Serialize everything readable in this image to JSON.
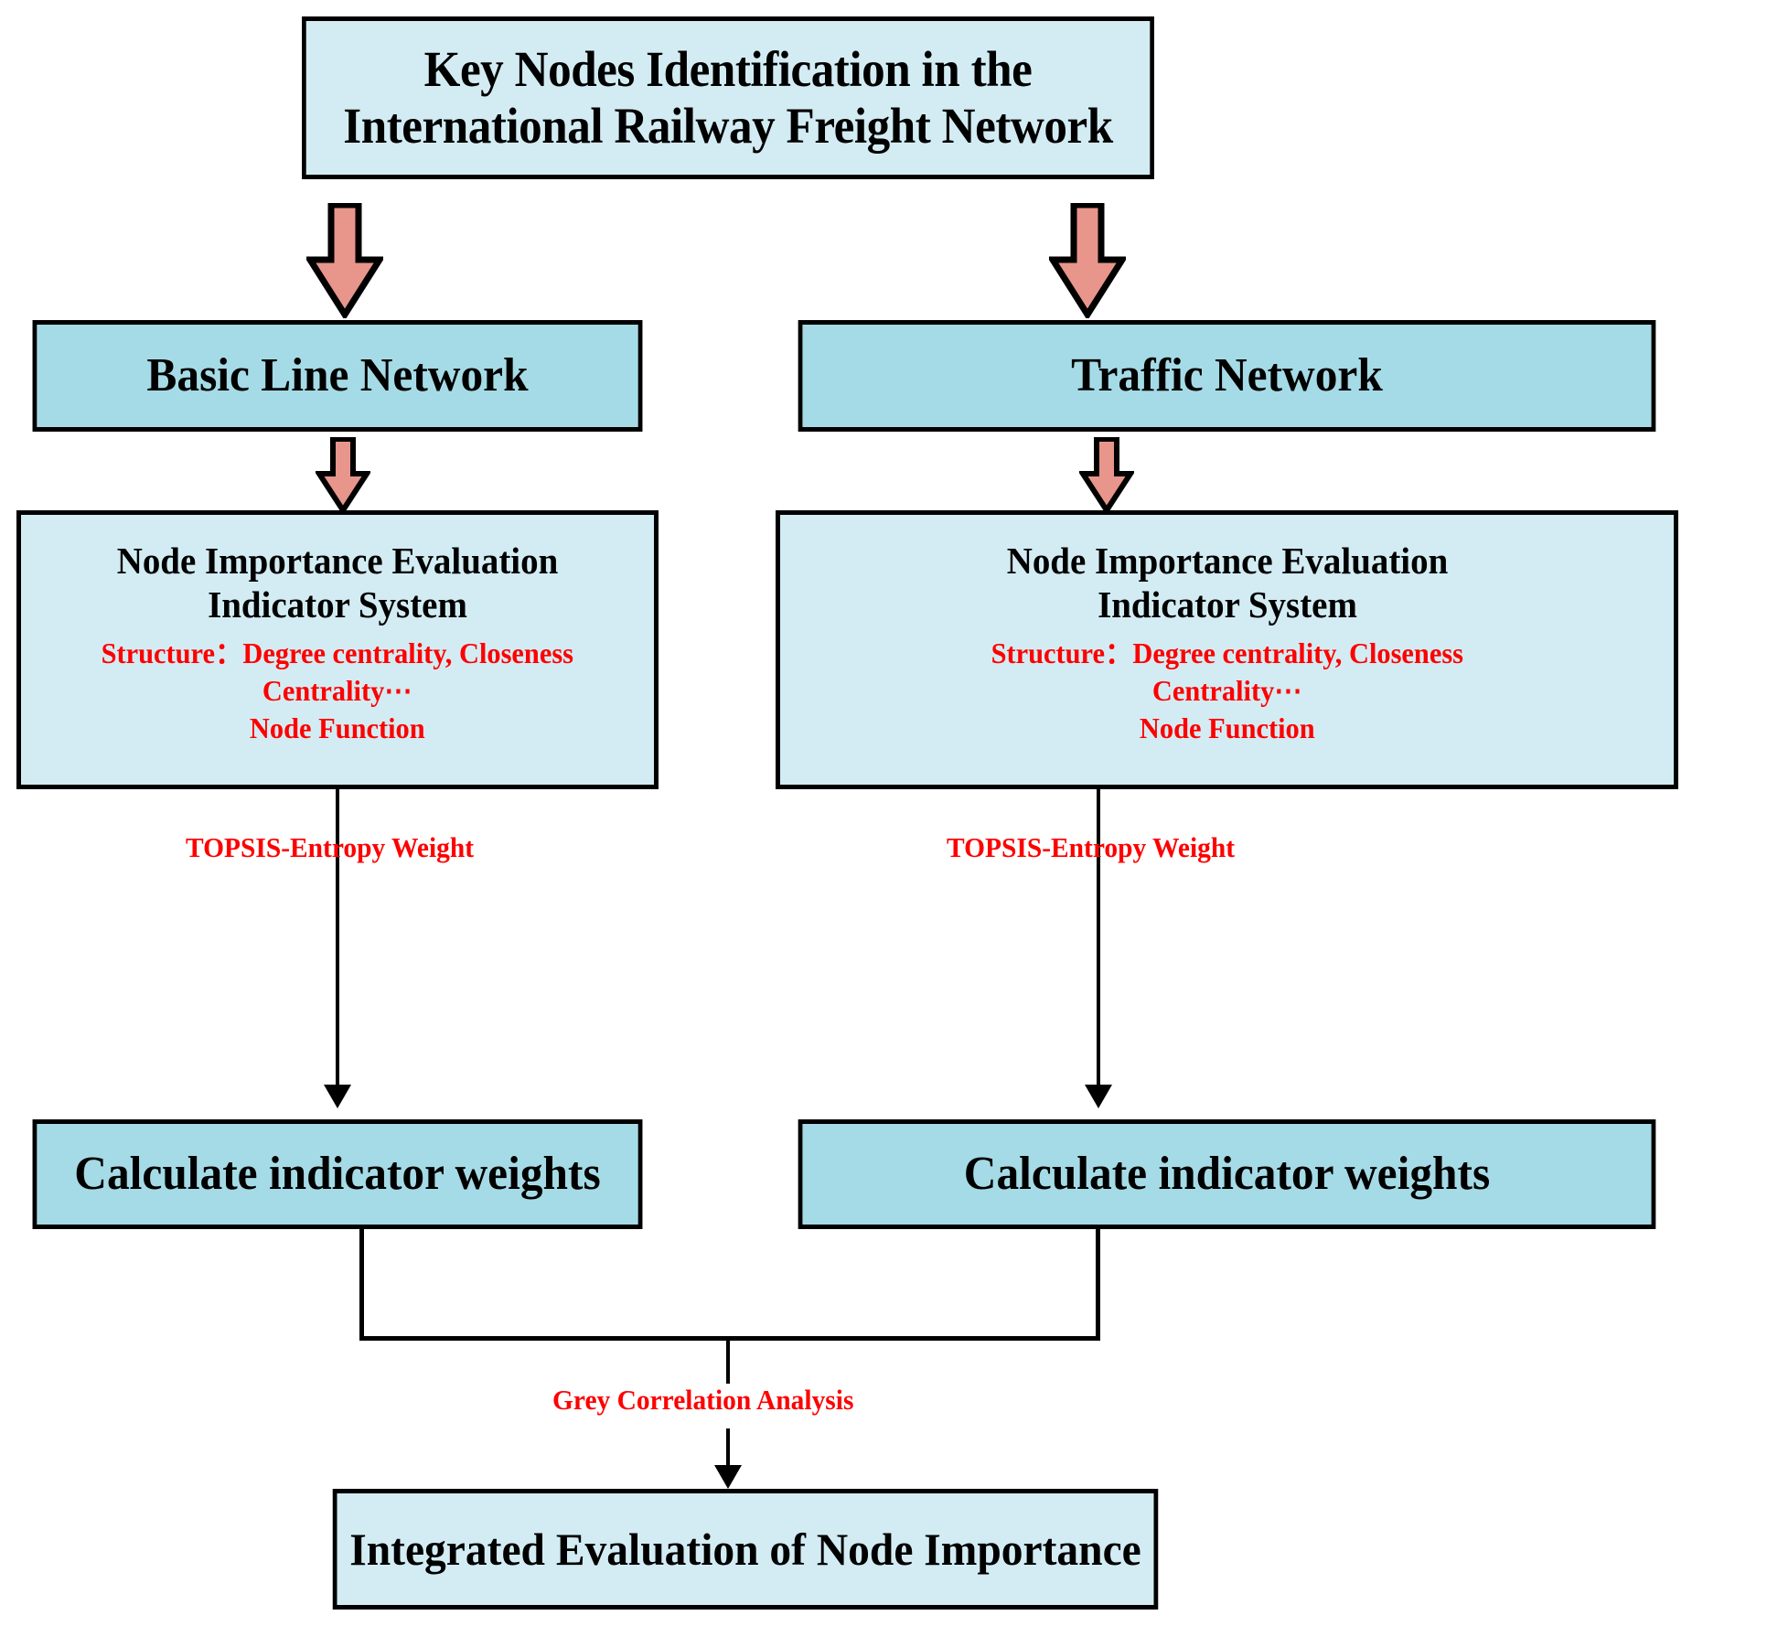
{
  "diagram": {
    "title_box": {
      "line1": "Key Nodes Identification in the",
      "line2": "International  Railway Freight Network"
    },
    "left_branch": {
      "network_label": "Basic Line Network",
      "system_head_line1": "Node Importance Evaluation",
      "system_head_line2": "Indicator System",
      "system_red_line1": "Structure：Degree centrality, Closeness",
      "system_red_line2": "Centrality⋯",
      "system_red_line3": "Node Function",
      "edge_label": "TOPSIS-Entropy Weight",
      "calculate_label": "Calculate indicator weights"
    },
    "right_branch": {
      "network_label": "Traffic Network",
      "system_head_line1": "Node Importance Evaluation",
      "system_head_line2": "Indicator System",
      "system_red_line1": "Structure：Degree centrality, Closeness",
      "system_red_line2": "Centrality⋯",
      "system_red_line3": "Node Function",
      "edge_label": "TOPSIS-Entropy Weight",
      "calculate_label": "Calculate indicator weights"
    },
    "merge_edge_label": "Grey Correlation Analysis",
    "final_box": "Integrated Evaluation of  Node Importance",
    "colors": {
      "box_fill_light": "#d3ecf3",
      "box_fill_mid": "#a5dbe6",
      "box_border": "#000000",
      "arrow_fill": "#e8958b",
      "arrow_border": "#000000",
      "accent_text": "#fe0000",
      "text": "#000000",
      "background": "#ffffff"
    }
  }
}
